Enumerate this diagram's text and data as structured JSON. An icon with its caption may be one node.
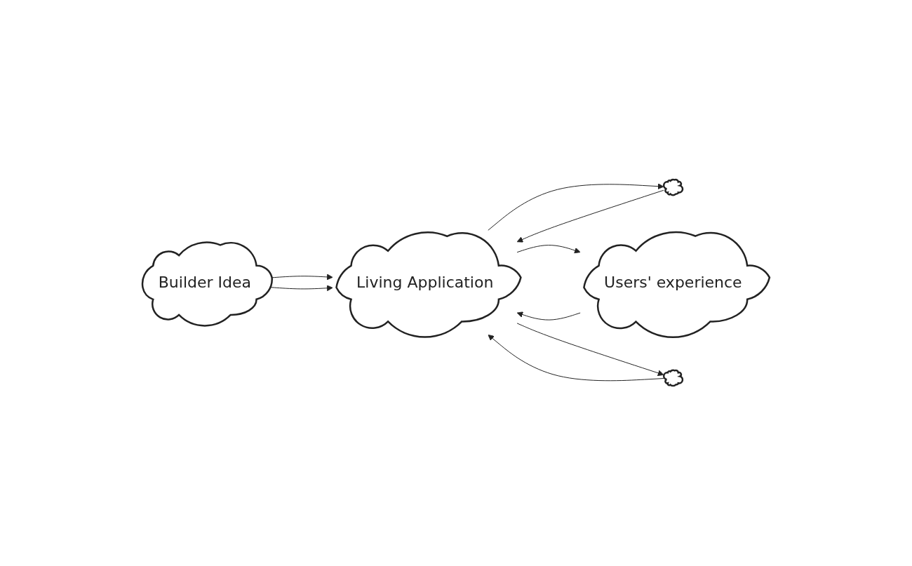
{
  "diagram": {
    "nodes": [
      {
        "text": [
          "Builder Idea"
        ]
      },
      {
        "text": [
          "Living Application"
        ]
      },
      {
        "text": [],
        "shape": "cloud"
      },
      {
        "text": [
          "Users' experience"
        ]
      },
      {
        "text": [],
        "shape": "cloud"
      }
    ],
    "edges": [
      {
        "from": 0,
        "to": 1,
        "arrow": "to"
      },
      {
        "from": 0,
        "to": 1,
        "arrow": "to"
      },
      {
        "from": 2,
        "to": 1,
        "arrow": "to"
      },
      {
        "from": 1,
        "to": 2,
        "arrow": "to"
      },
      {
        "from": 3,
        "to": 1,
        "arrow": "to"
      },
      {
        "from": 1,
        "to": 3,
        "arrow": "to"
      },
      {
        "from": 1,
        "to": 4,
        "arrow": "to"
      },
      {
        "from": 4,
        "to": 1,
        "arrow": "to"
      }
    ]
  }
}
